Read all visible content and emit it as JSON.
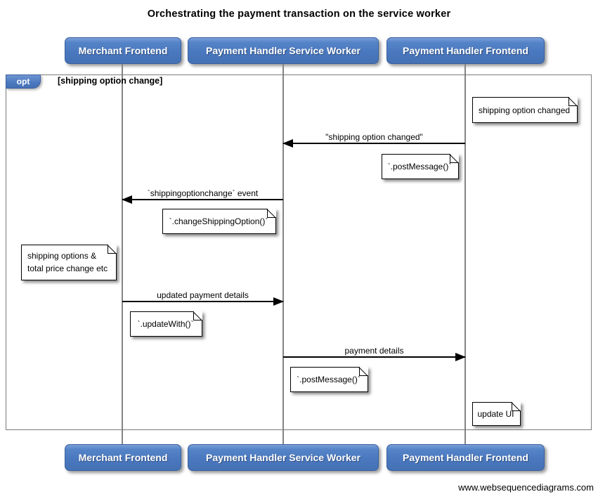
{
  "title": "Orchestrating the payment transaction on the service worker",
  "actors": [
    {
      "label": "Merchant Frontend"
    },
    {
      "label": "Payment Handler Service Worker"
    },
    {
      "label": "Payment Handler Frontend"
    }
  ],
  "fragment": {
    "operator": "opt",
    "guard": "[shipping option change]"
  },
  "messages": [
    {
      "label": "\"shipping option changed\"",
      "from": "Payment Handler Frontend",
      "to": "Payment Handler Service Worker",
      "direction": "left"
    },
    {
      "label": "`shippingoptionchange` event",
      "from": "Payment Handler Service Worker",
      "to": "Merchant Frontend",
      "direction": "left"
    },
    {
      "label": "updated payment details",
      "from": "Merchant Frontend",
      "to": "Payment Handler Service Worker",
      "direction": "right"
    },
    {
      "label": "payment details",
      "from": "Payment Handler Service Worker",
      "to": "Payment Handler Frontend",
      "direction": "right"
    }
  ],
  "notes": [
    {
      "text": "shipping option changed"
    },
    {
      "text": "`.postMessage()`"
    },
    {
      "text": "`.changeShippingOption()`"
    },
    {
      "lines": [
        "shipping options &",
        "total price change etc"
      ]
    },
    {
      "text": "`.updateWith()`"
    },
    {
      "text": "`.postMessage()`"
    },
    {
      "text": "update UI"
    }
  ],
  "footer": "www.websequencediagrams.com",
  "colors": {
    "actor_fill": "#4d7cc1",
    "actor_border": "#39609f",
    "fragment_border": "#7a7a7a",
    "lifeline": "#848484",
    "arrow": "#000000",
    "note_fill": "#ffffff"
  }
}
